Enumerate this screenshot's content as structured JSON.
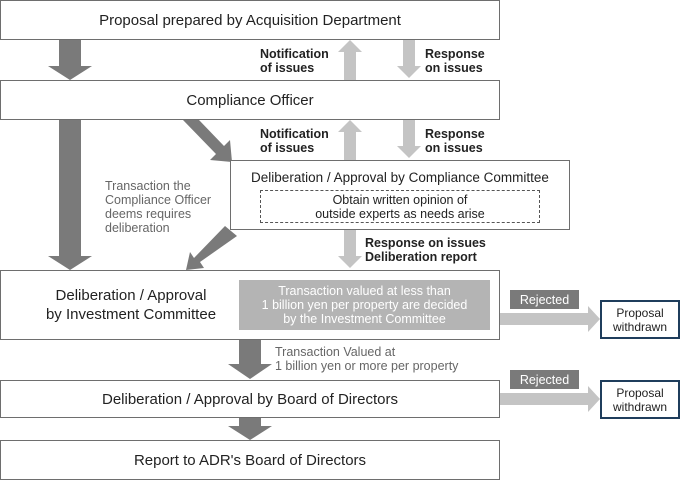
{
  "boxes": {
    "proposal": "Proposal prepared by Acquisition Department",
    "compliance_officer": "Compliance Officer",
    "compliance_committee": "Deliberation / Approval by Compliance Committee",
    "outside_experts": "Obtain written opinion of\noutside experts as needs arise",
    "investment_committee": "Deliberation / Approval\nby Investment Committee",
    "under_1bn": "Transaction valued at less than\n1 billion yen per property are decided\nby the Investment Committee",
    "board_of_directors": "Deliberation / Approval by Board of Directors",
    "report_adr": "Report to ADR's Board of Directors"
  },
  "labels": {
    "notification_1": "Notification\nof issues",
    "response_1": "Response\non issues",
    "notification_2": "Notification\nof issues",
    "response_2": "Response\non issues",
    "requires_deliberation": "Transaction the\nCompliance Officer\ndeems requires\ndeliberation",
    "response_report": "Response on issues\nDeliberation report",
    "over_1bn": "Transaction Valued at\n1 billion yen or more per property"
  },
  "rejection": {
    "rejected_1": "Rejected",
    "withdrawn_1": "Proposal\nwithdrawn",
    "rejected_2": "Rejected",
    "withdrawn_2": "Proposal\nwithdrawn"
  },
  "colors": {
    "dark_arrow": "#7a7a7a",
    "light_arrow": "#c4c4c4",
    "withdrawn_border": "#1f3d5c"
  }
}
